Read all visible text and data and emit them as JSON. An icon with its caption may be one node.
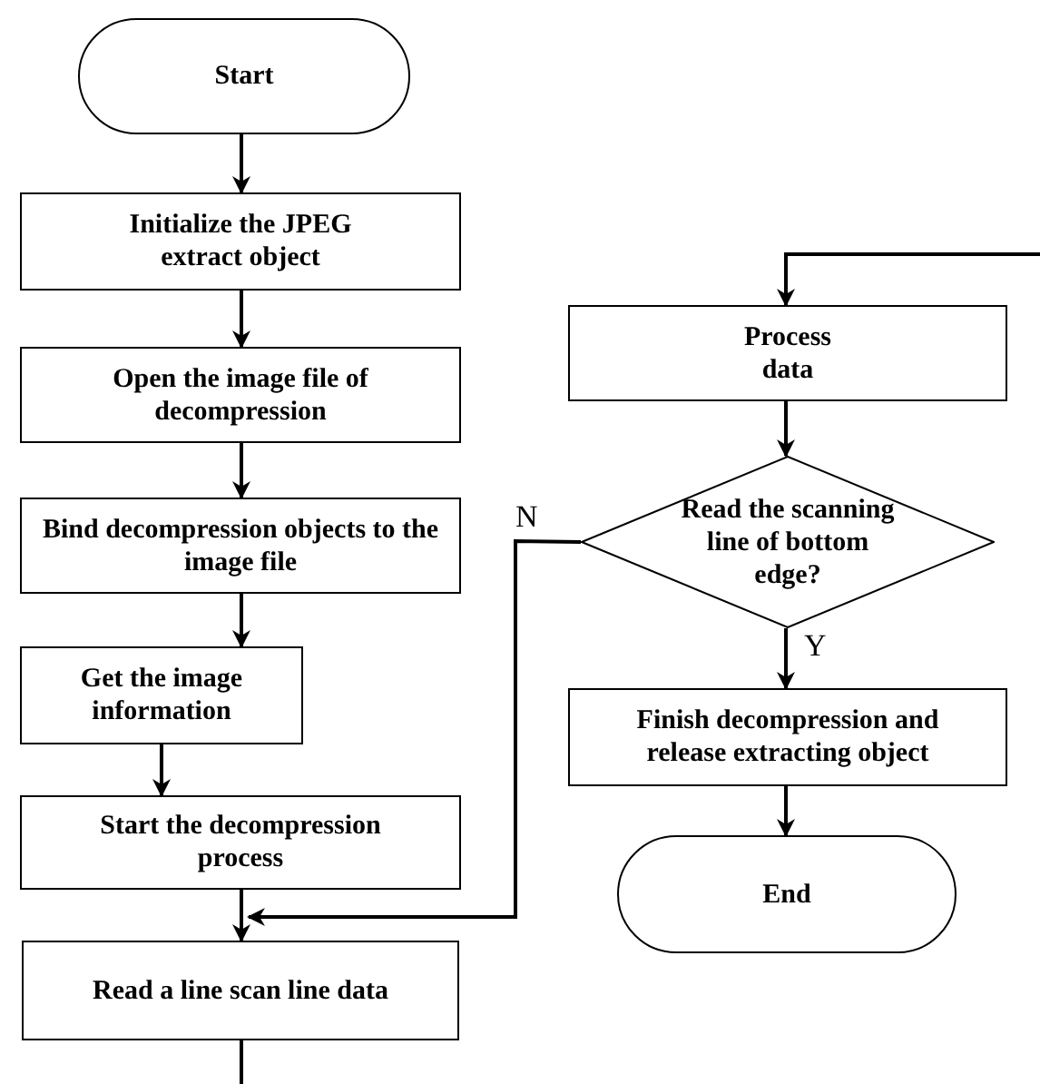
{
  "diagram": {
    "nodes": [
      {
        "text": [
          "Start"
        ]
      },
      {
        "text": [
          "Initialize the JPEG extract object"
        ]
      },
      {
        "text": [
          "Open the image file of decompression"
        ]
      },
      {
        "text": [
          "Bind decompression objects to the image file"
        ]
      },
      {
        "text": [
          "Get the image information"
        ]
      },
      {
        "text": [
          "Start the decompression process"
        ]
      },
      {
        "text": [
          "Read a line scan line data"
        ]
      },
      {
        "text": [
          "Process data"
        ]
      },
      {
        "text": [
          "Read the scanning line of bottom edge?"
        ]
      },
      {
        "text": [
          "Finish decompression and release extracting object"
        ]
      },
      {
        "text": [
          "End"
        ]
      }
    ],
    "edges": [
      {
        "from": 0,
        "to": 1,
        "arrow": "to"
      },
      {
        "from": 1,
        "to": 2,
        "arrow": "to"
      },
      {
        "from": 2,
        "to": 3,
        "arrow": "to"
      },
      {
        "from": 3,
        "to": 4,
        "arrow": "to"
      },
      {
        "from": 4,
        "to": 5,
        "arrow": "to"
      },
      {
        "from": 5,
        "to": 6,
        "arrow": "to"
      },
      {
        "from": 6,
        "to": null,
        "arrow": "none"
      },
      {
        "from": null,
        "to": 7,
        "arrow": "to"
      },
      {
        "from": 7,
        "to": 8,
        "arrow": "to"
      },
      {
        "from": 8,
        "to": 6,
        "label": "N",
        "arrow": "to"
      },
      {
        "from": 8,
        "to": 9,
        "label": "Y",
        "arrow": "to"
      },
      {
        "from": 9,
        "to": 10,
        "arrow": "to"
      }
    ]
  }
}
